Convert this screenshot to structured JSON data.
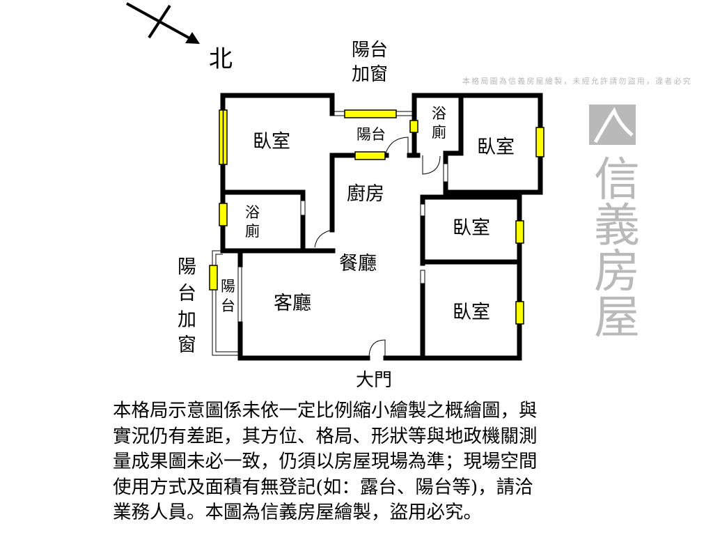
{
  "compass": {
    "north": "北",
    "icon": "north-arrow-icon"
  },
  "labels": {
    "balcony_window_top_1": "陽台",
    "balcony_window_top_2": "加窗",
    "balcony_top": "陽台",
    "bath_right_1": "浴",
    "bath_right_2": "廁",
    "bedroom_top_left": "臥室",
    "bedroom_top_right": "臥室",
    "kitchen": "廚房",
    "bath_left_1": "浴",
    "bath_left_2": "廁",
    "bedroom_mid_right": "臥室",
    "dining": "餐廳",
    "balcony_window_left_1": "陽",
    "balcony_window_left_2": "台",
    "balcony_window_left_3": "加",
    "balcony_window_left_4": "窗",
    "balcony_left_1": "陽",
    "balcony_left_2": "台",
    "living": "客廳",
    "bedroom_bottom_right": "臥室",
    "main_door": "大門"
  },
  "watermark": {
    "brand": "信義房屋",
    "notice": "本格局圖為信義房屋繪製，未經允許請勿盜用，違者必究"
  },
  "disclaimer": [
    "本格局示意圖係未依一定比例縮小繪製之概繪圖，與",
    "實況仍有差距，其方位、格局、形狀等與地政機關測",
    "量成果圖未必一致，仍須以房屋現場為準；現場空間",
    "使用方式及面積有無登記(如：露台、陽台等)，請洽",
    "業務人員。本圖為信義房屋繪製，盜用必究。"
  ],
  "colors": {
    "wall": "#000000",
    "window": "#ffff00",
    "watermark": "#808080"
  }
}
